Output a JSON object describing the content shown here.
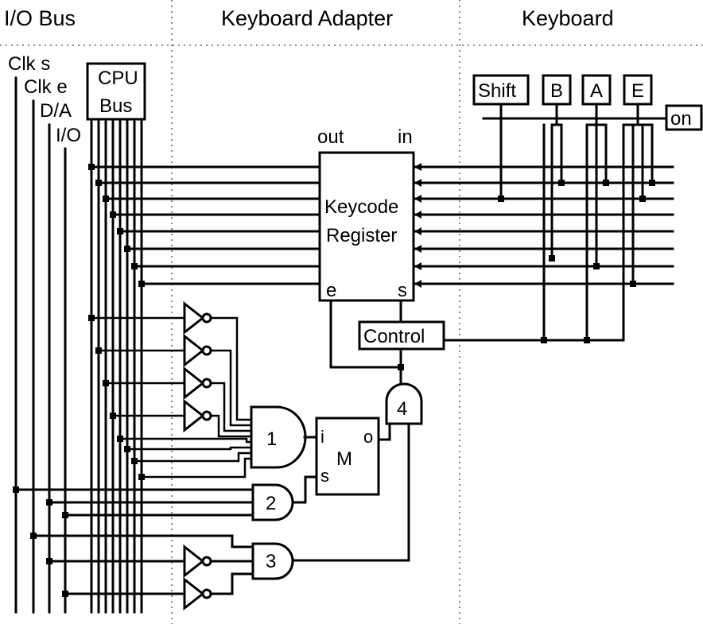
{
  "headers": {
    "io_bus": "I/O Bus",
    "keyboard_adapter": "Keyboard Adapter",
    "keyboard": "Keyboard"
  },
  "bus_signals": {
    "clk_s": "Clk s",
    "clk_e": "Clk e",
    "d_a": "D/A",
    "io": "I/O"
  },
  "cpu_bus": {
    "line1": "CPU",
    "line2": "Bus"
  },
  "keycode_register": {
    "line1": "Keycode",
    "line2": "Register",
    "out": "out",
    "in": "in",
    "e": "e",
    "s": "s"
  },
  "control": "Control",
  "gates": {
    "g1": "1",
    "g2": "2",
    "g3": "3",
    "g4": "4"
  },
  "mem": {
    "label": "M",
    "i": "i",
    "o": "o",
    "s": "s"
  },
  "keys": {
    "shift": "Shift",
    "b": "B",
    "a": "A",
    "e": "E",
    "on": "on"
  }
}
